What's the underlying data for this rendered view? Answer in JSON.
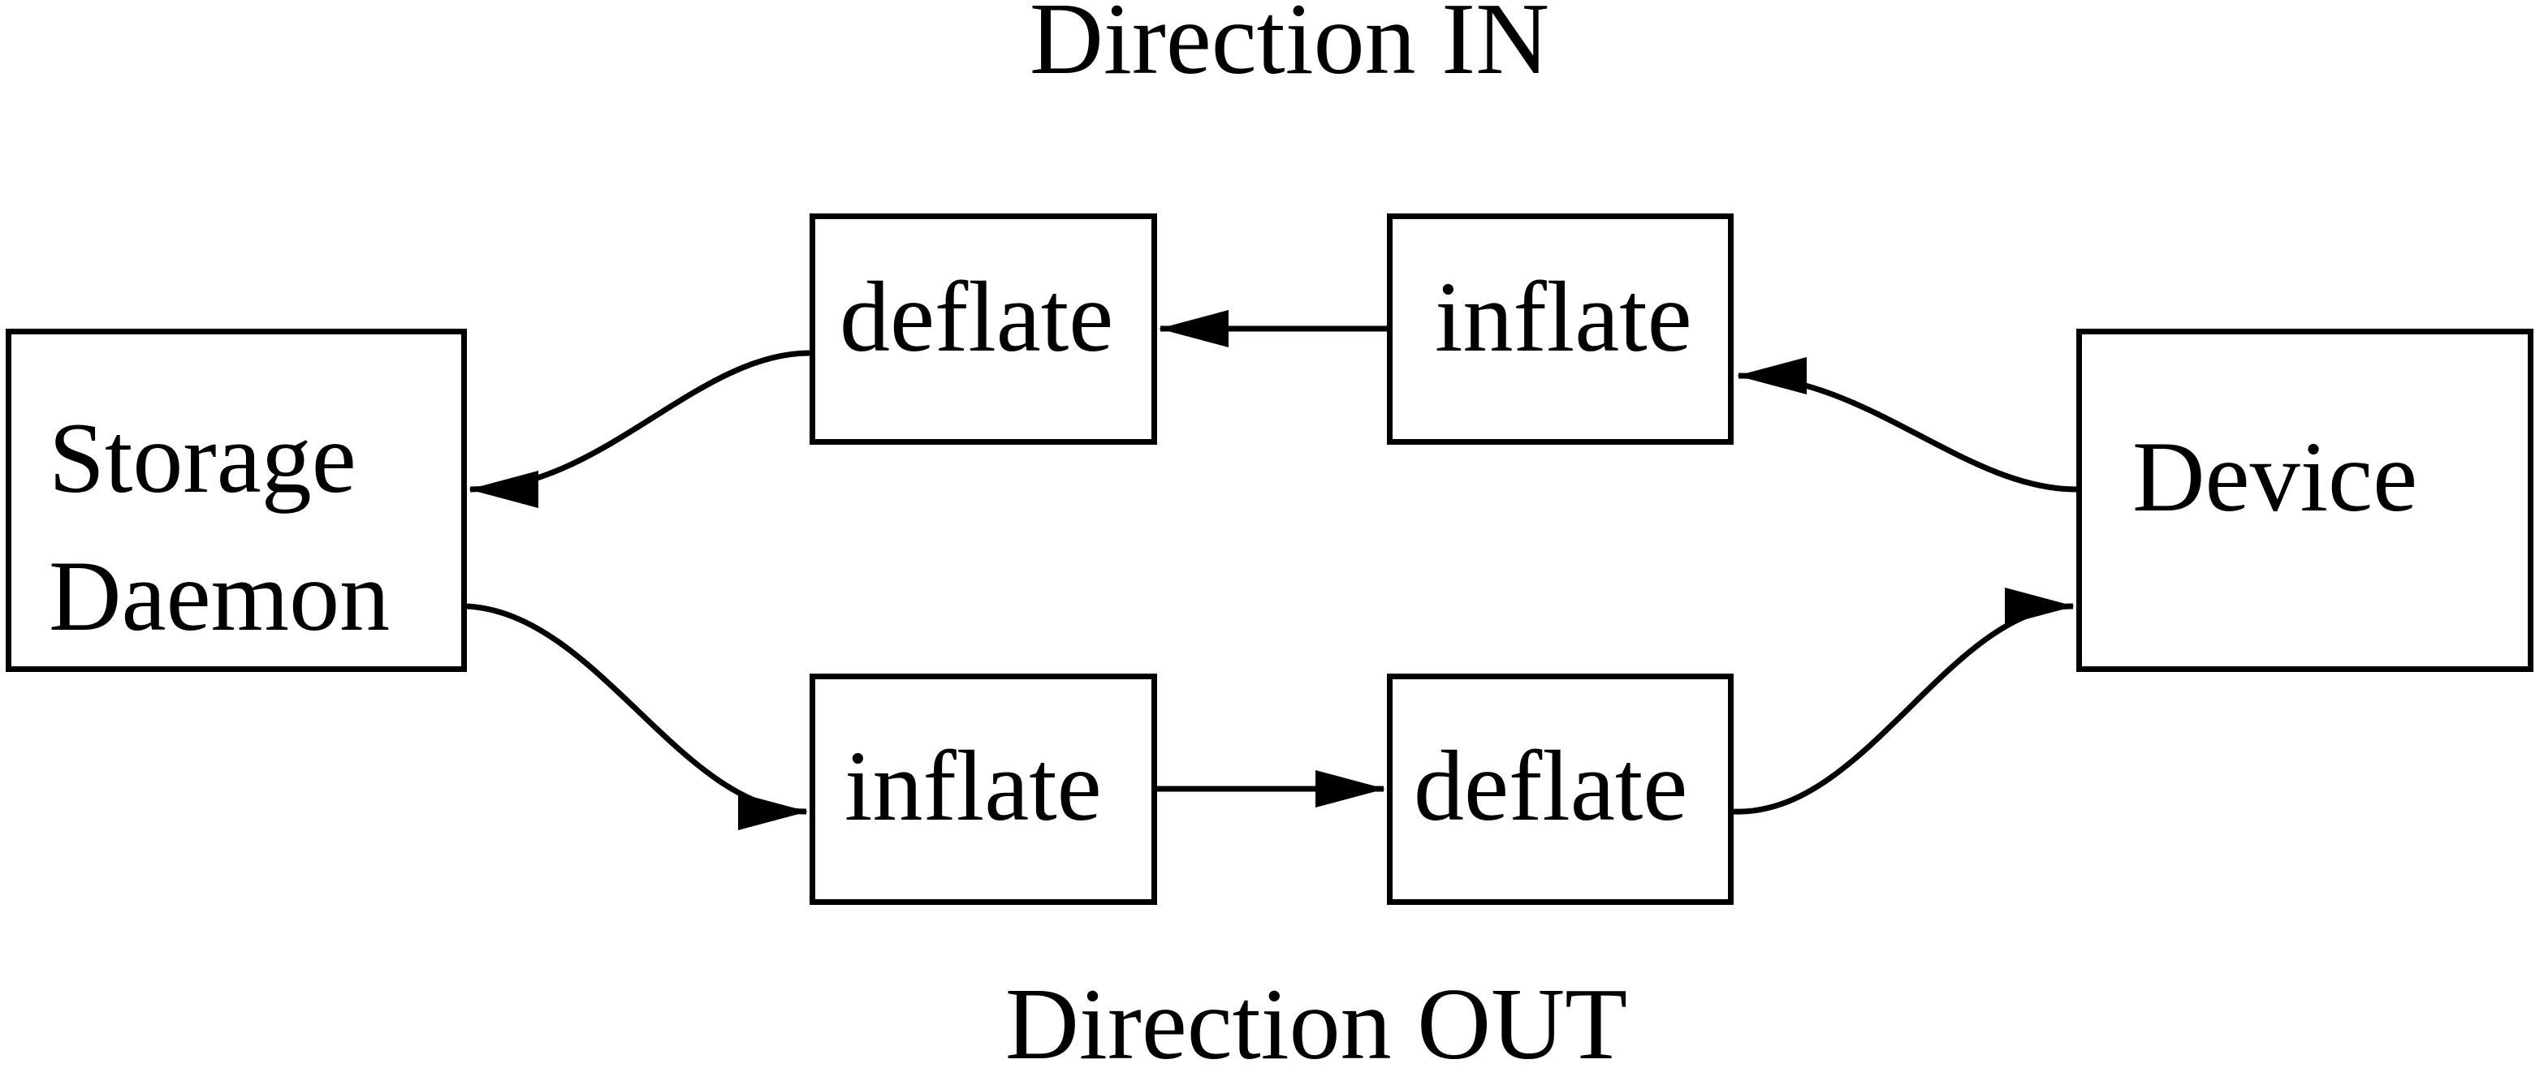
{
  "diagram": {
    "background_color": "#ffffff",
    "line_color": "#000000",
    "titles": {
      "direction_in": "Direction IN",
      "direction_out": "Direction OUT"
    },
    "nodes": {
      "storage_daemon": {
        "label": "Storage\nDaemon"
      },
      "deflate_in": {
        "label": "deflate"
      },
      "inflate_in": {
        "label": "inflate"
      },
      "inflate_out": {
        "label": "inflate"
      },
      "deflate_out": {
        "label": "deflate"
      },
      "device": {
        "label": "Device"
      }
    },
    "edges": [
      {
        "from": "device",
        "to": "inflate_in",
        "direction": "IN"
      },
      {
        "from": "inflate_in",
        "to": "deflate_in",
        "direction": "IN"
      },
      {
        "from": "deflate_in",
        "to": "storage_daemon",
        "direction": "IN"
      },
      {
        "from": "storage_daemon",
        "to": "inflate_out",
        "direction": "OUT"
      },
      {
        "from": "inflate_out",
        "to": "deflate_out",
        "direction": "OUT"
      },
      {
        "from": "deflate_out",
        "to": "device",
        "direction": "OUT"
      }
    ]
  }
}
